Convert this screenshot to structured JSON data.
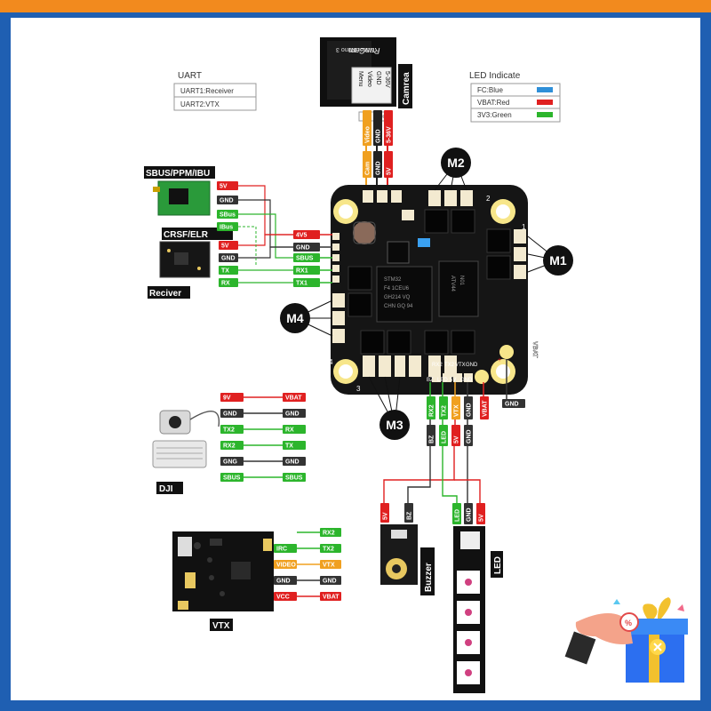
{
  "uart_box": {
    "title": "UART",
    "rows": [
      "UART1:Receiver",
      "UART2:VTX"
    ]
  },
  "led_box": {
    "title": "LED Indicate",
    "rows": [
      {
        "label": "FC:Blue",
        "color": "#2f8fd8"
      },
      {
        "label": "VBAT:Red",
        "color": "#e02020"
      },
      {
        "label": "3V3:Green",
        "color": "#2cb52c"
      }
    ]
  },
  "camera": {
    "title": "Camrea",
    "brand": "RunCam",
    "model": "Racer Nano 3",
    "pins": [
      "5-36V",
      "GND",
      "Video",
      "Menu"
    ],
    "wires": [
      {
        "top": "5-36V",
        "bottom": "5V",
        "color": "#e02020"
      },
      {
        "top": "GND",
        "bottom": "GND",
        "color": "#222222"
      },
      {
        "top": "Video",
        "bottom": "Cam",
        "color": "#f0a020"
      }
    ]
  },
  "motors": [
    "M1",
    "M2",
    "M3",
    "M4"
  ],
  "corner_numbers": [
    "1",
    "2",
    "3",
    "4"
  ],
  "receiver": {
    "label_sbus": "SBUS/PPM/IBU",
    "label_crsf": "CRSF/ELR",
    "label_receiver": "Reciver",
    "sbus_pins": [
      {
        "text": "5V",
        "color": "#e02020"
      },
      {
        "text": "GND",
        "color": "#333333"
      },
      {
        "text": "SBus",
        "color": "#2cb52c"
      },
      {
        "text": "IBus",
        "color": "#2cb52c"
      }
    ],
    "crsf_pins": [
      {
        "text": "5V",
        "color": "#e02020"
      },
      {
        "text": "GND",
        "color": "#333333"
      },
      {
        "text": "TX",
        "color": "#2cb52c"
      },
      {
        "text": "RX",
        "color": "#2cb52c"
      }
    ],
    "fc_pads": [
      {
        "text": "4V5",
        "color": "#e02020"
      },
      {
        "text": "GND",
        "color": "#333333"
      },
      {
        "text": "SBUS",
        "color": "#2cb52c"
      },
      {
        "text": "RX1",
        "color": "#2cb52c"
      },
      {
        "text": "TX1",
        "color": "#2cb52c"
      }
    ]
  },
  "dji": {
    "label": "DJI",
    "rows": [
      {
        "left": "9V",
        "right": "VBAT",
        "color": "#e02020"
      },
      {
        "left": "GND",
        "right": "GND",
        "color": "#333333"
      },
      {
        "left": "TX2",
        "right": "RX",
        "color": "#2cb52c"
      },
      {
        "left": "RX2",
        "right": "TX",
        "color": "#2cb52c"
      },
      {
        "left": "GNG",
        "right": "GND",
        "color": "#333333"
      },
      {
        "left": "SBUS",
        "right": "SBUS",
        "color": "#2cb52c"
      }
    ]
  },
  "vtx": {
    "label": "VTX",
    "rows": [
      {
        "left": "",
        "right": "RX2",
        "color": "#2cb52c"
      },
      {
        "left": "IRC",
        "right": "TX2",
        "color": "#2cb52c"
      },
      {
        "left": "VIDEO",
        "right": "VTX",
        "color": "#f0a020"
      },
      {
        "left": "GND",
        "right": "GND",
        "color": "#333333"
      },
      {
        "left": "VCC",
        "right": "VBAT",
        "color": "#e02020"
      }
    ]
  },
  "fc_bottom_pads": {
    "top_labels": [
      "RX2",
      "TX2",
      "VTX",
      "GND"
    ],
    "bottom_labels": [
      "BZ",
      "LED",
      "5V",
      "GND"
    ],
    "side_label": "VBAT",
    "wires_top": [
      {
        "text": "RX2",
        "color": "#2cb52c"
      },
      {
        "text": "TX2",
        "color": "#2cb52c"
      },
      {
        "text": "VTX",
        "color": "#f0a020"
      },
      {
        "text": "GND",
        "color": "#333333"
      },
      {
        "text": "VBAT",
        "color": "#e02020"
      },
      {
        "text": "GND",
        "color": "#333333"
      }
    ],
    "wires_bottom": [
      {
        "text": "BZ",
        "color": "#333333"
      },
      {
        "text": "LED",
        "color": "#2cb52c"
      },
      {
        "text": "5V",
        "color": "#e02020"
      },
      {
        "text": "GND",
        "color": "#333333"
      }
    ]
  },
  "buzzer": {
    "label": "Buzzer",
    "pins": [
      {
        "text": "5V",
        "color": "#e02020"
      },
      {
        "text": "BZ",
        "color": "#333333"
      }
    ]
  },
  "led_strip": {
    "label": "LED",
    "pins": [
      {
        "text": "LED",
        "color": "#2cb52c"
      },
      {
        "text": "GND",
        "color": "#333333"
      },
      {
        "text": "5V",
        "color": "#e02020"
      }
    ]
  },
  "chip": {
    "mcu_lines": [
      "STM32",
      "F4 1CEU6",
      "GH214 VQ",
      "CHN GQ 94"
    ],
    "imu_lines": [
      "ATV44",
      "N01"
    ]
  }
}
